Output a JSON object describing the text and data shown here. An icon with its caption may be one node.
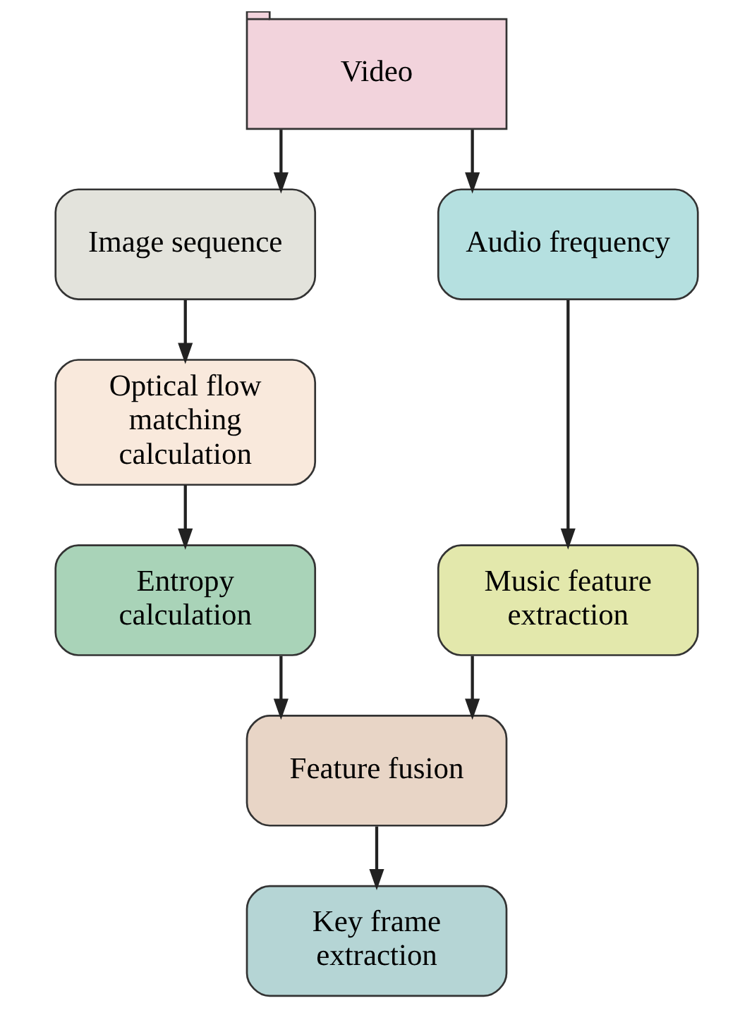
{
  "diagram": {
    "nodes": [
      {
        "text": [
          "Video"
        ]
      },
      {
        "text": [
          "Image sequence"
        ]
      },
      {
        "text": [
          "Audio frequency"
        ]
      },
      {
        "text": [
          "Optical flow matching calculation"
        ]
      },
      {
        "text": [
          "Entropy calculation"
        ]
      },
      {
        "text": [
          "Music feature extraction"
        ]
      },
      {
        "text": [
          "Feature fusion"
        ]
      },
      {
        "text": [
          "Key frame extraction"
        ]
      }
    ],
    "edges": [
      {
        "from": 0,
        "to": 1,
        "arrow": "to"
      },
      {
        "from": 0,
        "to": 2,
        "arrow": "to"
      },
      {
        "from": 1,
        "to": 3,
        "arrow": "to"
      },
      {
        "from": 3,
        "to": 4,
        "arrow": "to"
      },
      {
        "from": 2,
        "to": 5,
        "arrow": "to"
      },
      {
        "from": 4,
        "to": 6,
        "arrow": "to"
      },
      {
        "from": 5,
        "to": 6,
        "arrow": "to"
      },
      {
        "from": 6,
        "to": 7,
        "arrow": "to"
      }
    ]
  }
}
